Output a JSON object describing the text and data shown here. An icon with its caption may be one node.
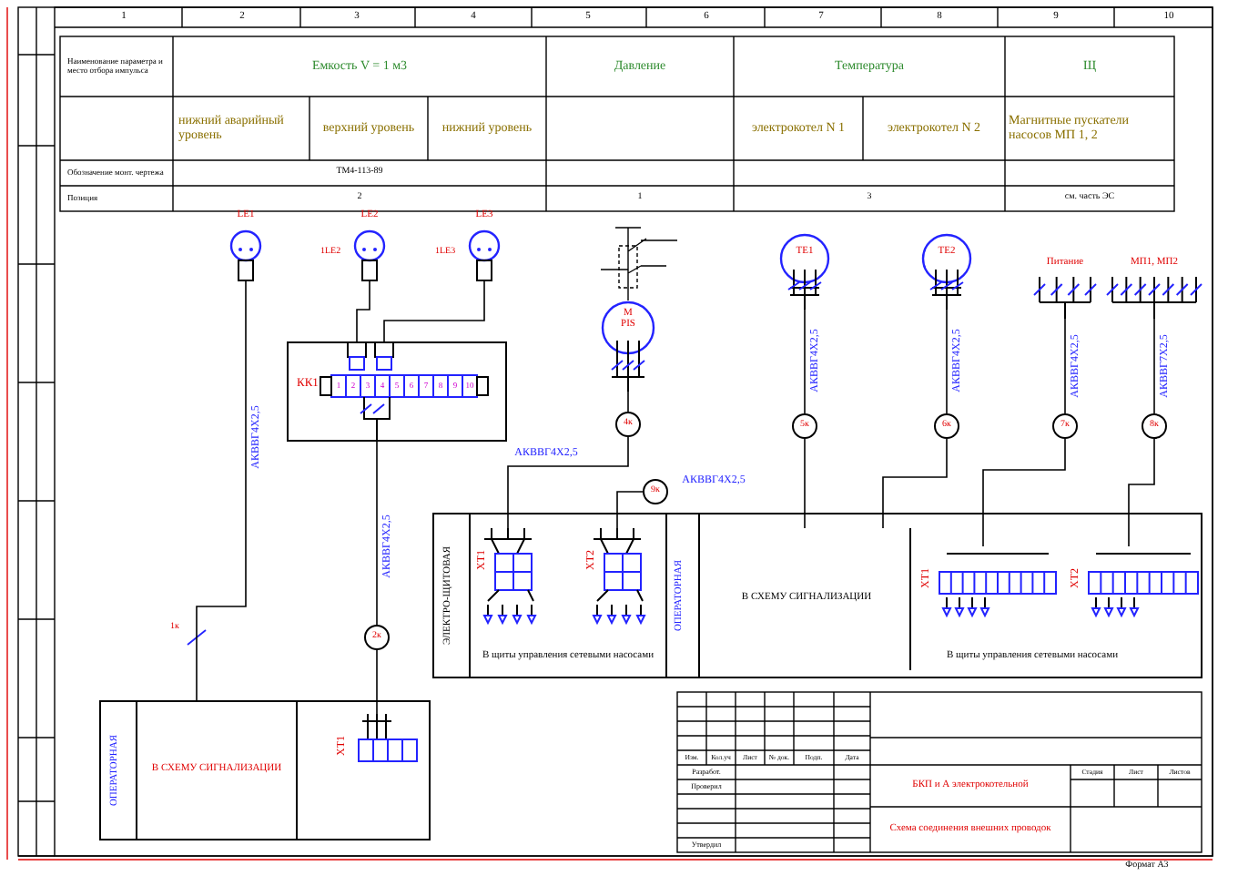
{
  "diagram": {
    "nodes": [
      {
        "text": [
          "LE1"
        ]
      },
      {
        "text": [
          "LE2"
        ],
        "beside": [
          "1LE2"
        ]
      },
      {
        "text": [
          "LE3"
        ],
        "beside": [
          "1LE3"
        ]
      },
      {
        "text": [
          "КК1"
        ]
      },
      {
        "text": [
          "M",
          "PIS"
        ]
      },
      {
        "text": [
          "TE1"
        ]
      },
      {
        "text": [
          "TE2"
        ]
      },
      {
        "text": [
          "Питание"
        ]
      },
      {
        "text": [
          "МП1, МП2"
        ]
      },
      {
        "text": [
          "2к"
        ]
      },
      {
        "text": [
          "4к"
        ]
      },
      {
        "text": [
          "5к"
        ]
      },
      {
        "text": [
          "6к"
        ]
      },
      {
        "text": [
          "7к"
        ]
      },
      {
        "text": [
          "8к"
        ]
      },
      {
        "text": [
          "9к"
        ]
      },
      {
        "text": [
          "ОПЕРАТОРНАЯ"
        ]
      },
      {
        "text": [
          "В СХЕМУ СИГНАЛИЗАЦИИ"
        ],
        "in": 16
      },
      {
        "text": [
          "XT1"
        ],
        "in": 16
      },
      {
        "text": [
          "ЭЛЕКТРО-ЩИТОВАЯ"
        ]
      },
      {
        "text": [
          "XT1"
        ],
        "in": 19
      },
      {
        "text": [
          "XT2"
        ],
        "in": 19
      },
      {
        "text": [
          "ОПЕРАТОРНАЯ"
        ],
        "in": 19
      },
      {
        "text": [
          "В СХЕМУ СИГНАЛИЗАЦИИ"
        ],
        "in": 19
      },
      {
        "text": [
          "XT1"
        ],
        "in": 19
      },
      {
        "text": [
          "XT2"
        ],
        "in": 19
      }
    ],
    "edges": [
      {
        "from": 0,
        "to": 17,
        "arrow": "none",
        "label": "АКВВГ4Х2,5"
      },
      {
        "from": 1,
        "to": 3,
        "arrow": "none"
      },
      {
        "from": 2,
        "to": 3,
        "arrow": "none"
      },
      {
        "from": 3,
        "to": 9,
        "arrow": "none",
        "label": "АКВВГ4Х2,5"
      },
      {
        "from": 9,
        "to": 18,
        "arrow": "none"
      },
      {
        "from": 4,
        "to": 10,
        "arrow": "none"
      },
      {
        "from": 10,
        "to": 20,
        "arrow": "none",
        "label": "АКВВГ4Х2,5"
      },
      {
        "from": 15,
        "to": 21,
        "arrow": "none",
        "label": "АКВВГ4Х2,5"
      },
      {
        "from": 5,
        "to": 11,
        "arrow": "none",
        "label": "АКВВГ4Х2,5"
      },
      {
        "from": 11,
        "to": 23,
        "arrow": "none"
      },
      {
        "from": 6,
        "to": 12,
        "arrow": "none",
        "label": "АКВВГ4Х2,5"
      },
      {
        "from": 12,
        "to": 23,
        "arrow": "none"
      },
      {
        "from": 7,
        "to": 13,
        "arrow": "none",
        "label": "АКВВГ4Х2,5"
      },
      {
        "from": 13,
        "to": 24,
        "arrow": "none"
      },
      {
        "from": 8,
        "to": 14,
        "arrow": "none",
        "label": "АКВВГ7Х2,5"
      },
      {
        "from": 14,
        "to": 25,
        "arrow": "none"
      }
    ],
    "labels": [
      "1",
      "2",
      "3",
      "4",
      "5",
      "6",
      "7",
      "8",
      "9",
      "10",
      "Наименование параметра и место отбора импульса",
      "Емкость V = 1 м3",
      "Давление",
      "Температура",
      "Щ",
      "нижний аварийный уровень",
      "верхний уровень",
      "нижний уровень",
      "электрокотел N 1",
      "электрокотел N 2",
      "Магнитные пускатели насосов МП 1, 2",
      "Обозначение монт. чертежа",
      "ТМ4-113-89",
      "Позиция",
      "2",
      "1",
      "3",
      "см. часть ЭС",
      "1к",
      "1",
      "2",
      "3",
      "4",
      "5",
      "6",
      "7",
      "8",
      "9",
      "10",
      "В щиты управления сетевыми насосами",
      "В щиты управления сетевыми насосами",
      "Изм.",
      "Кол.уч",
      "Лист",
      "№ док.",
      "Подп.",
      "Дата",
      "Разработ.",
      "Проверил",
      "Утвердил",
      "Стадия",
      "Лист",
      "Листов",
      "БКП и А электрокотельной",
      "Схема соединения внешних проводок",
      "Формат А3"
    ]
  }
}
